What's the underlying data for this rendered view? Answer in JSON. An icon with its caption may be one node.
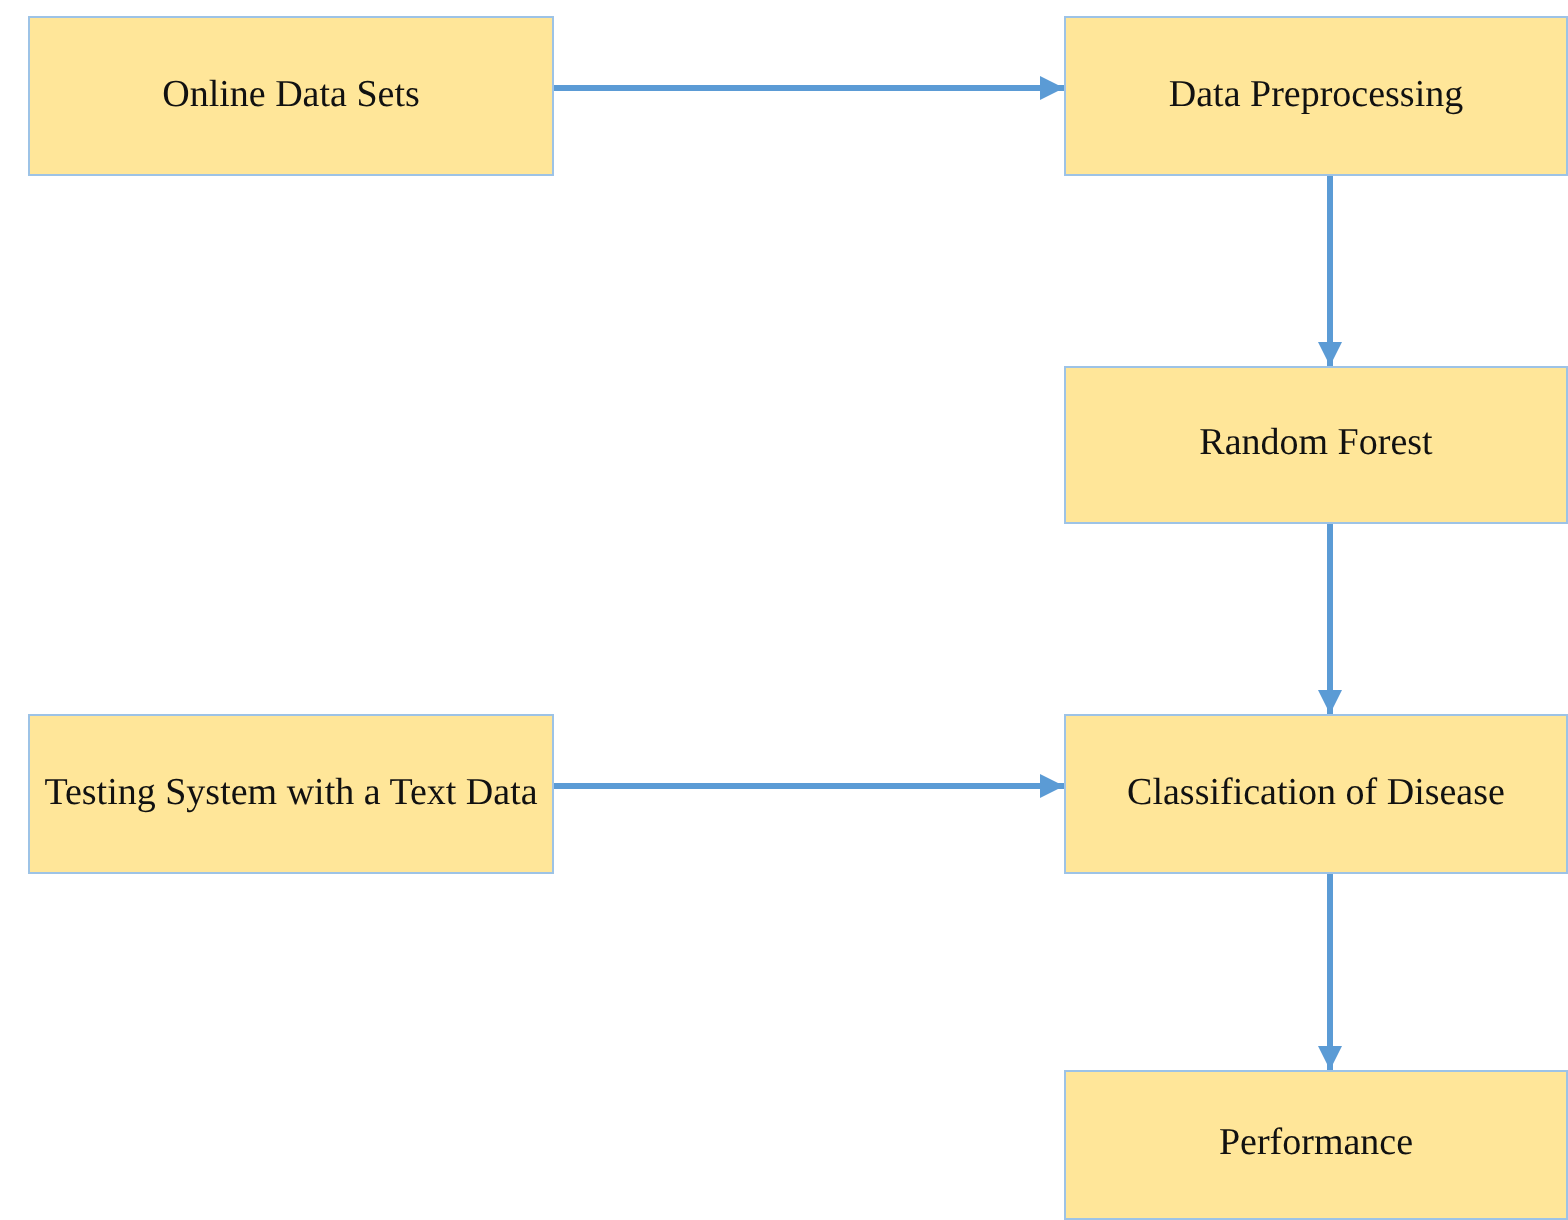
{
  "diagram": {
    "nodes": [
      {
        "text": [
          "Online Data Sets"
        ]
      },
      {
        "text": [
          "Data Preprocessing"
        ]
      },
      {
        "text": [
          "Random Forest"
        ]
      },
      {
        "text": [
          "Testing System with a Text Data"
        ]
      },
      {
        "text": [
          "Classification of Disease"
        ]
      },
      {
        "text": [
          "Performance"
        ]
      }
    ],
    "edges": [
      {
        "from": 0,
        "to": 1,
        "arrow": "to"
      },
      {
        "from": 1,
        "to": 2,
        "arrow": "to"
      },
      {
        "from": 2,
        "to": 4,
        "arrow": "to"
      },
      {
        "from": 3,
        "to": 4,
        "arrow": "to"
      },
      {
        "from": 4,
        "to": 5,
        "arrow": "to"
      }
    ]
  }
}
